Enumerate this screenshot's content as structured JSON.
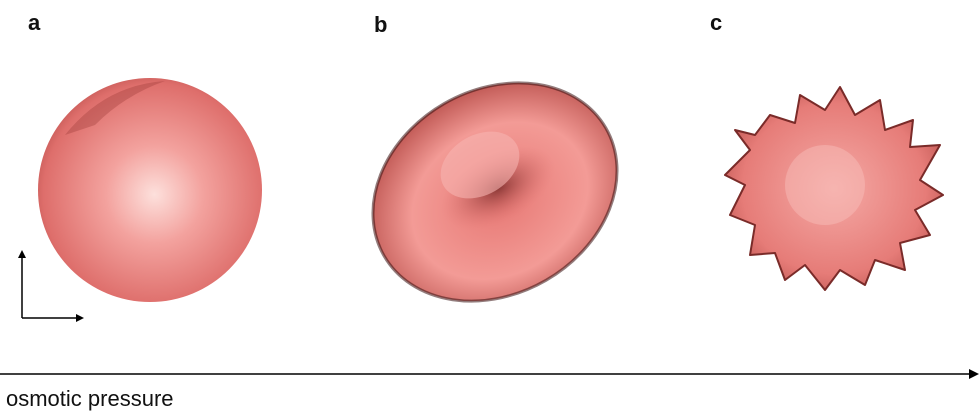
{
  "panels": [
    {
      "label": "a",
      "shape": "spherocyte"
    },
    {
      "label": "b",
      "shape": "discocyte"
    },
    {
      "label": "c",
      "shape": "echinocyte"
    }
  ],
  "axis": {
    "label": "osmotic pressure"
  },
  "colors": {
    "cell_fill": "#e97a78",
    "cell_highlight": "#fbd0cc",
    "cell_shadow": "#8c3431"
  }
}
